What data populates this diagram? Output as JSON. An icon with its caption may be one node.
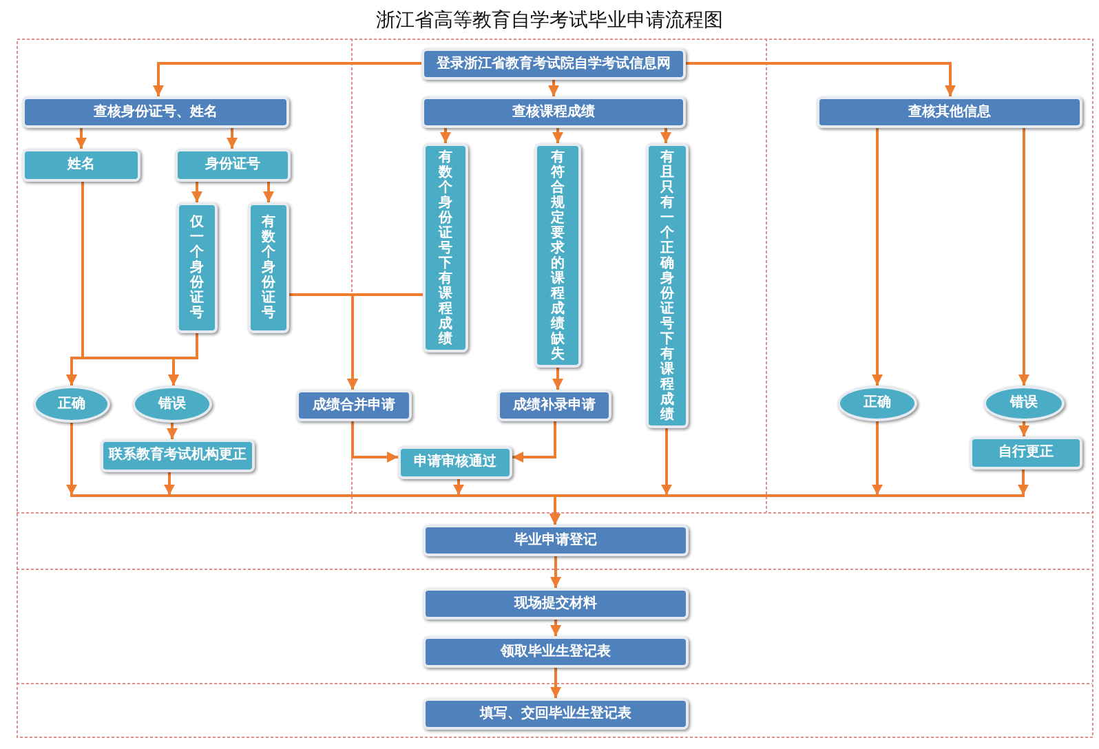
{
  "diagram": {
    "title": "浙江省高等教育自学考试毕业申请流程图",
    "nodes": [
      {
        "text": [
          "登录浙江省教育考试院自学考试信息网"
        ]
      },
      {
        "text": [
          "查核身份证号、姓名"
        ]
      },
      {
        "text": [
          "查核课程成绩"
        ]
      },
      {
        "text": [
          "查核其他信息"
        ]
      },
      {
        "text": [
          "姓名"
        ]
      },
      {
        "text": [
          "身份证号"
        ]
      },
      {
        "text": [
          "仅一个身份证号"
        ]
      },
      {
        "text": [
          "有数个身份证号"
        ]
      },
      {
        "text": [
          "有数个身份证号下有课程成绩"
        ]
      },
      {
        "text": [
          "有符合规定要求的课程成绩缺失"
        ]
      },
      {
        "text": [
          "有且只有一个正确身份证号下有课程成绩"
        ]
      },
      {
        "text": [
          "正确"
        ]
      },
      {
        "text": [
          "错误"
        ]
      },
      {
        "text": [
          "联系教育考试机构更正"
        ]
      },
      {
        "text": [
          "成绩合并申请"
        ]
      },
      {
        "text": [
          "成绩补录申请"
        ]
      },
      {
        "text": [
          "申请审核通过"
        ]
      },
      {
        "text": [
          "正确"
        ]
      },
      {
        "text": [
          "错误"
        ]
      },
      {
        "text": [
          "自行更正"
        ]
      },
      {
        "text": [
          "毕业申请登记"
        ]
      },
      {
        "text": [
          "现场提交材料"
        ]
      },
      {
        "text": [
          "领取毕业生登记表"
        ]
      },
      {
        "text": [
          "填写、交回毕业生登记表"
        ]
      }
    ],
    "edges": [
      {
        "from": 0,
        "to": 1,
        "arrow": "to"
      },
      {
        "from": 0,
        "to": 2,
        "arrow": "to"
      },
      {
        "from": 0,
        "to": 3,
        "arrow": "to"
      },
      {
        "from": 1,
        "to": 4,
        "arrow": "to"
      },
      {
        "from": 1,
        "to": 5,
        "arrow": "to"
      },
      {
        "from": 5,
        "to": 6,
        "arrow": "to"
      },
      {
        "from": 5,
        "to": 7,
        "arrow": "to"
      },
      {
        "from": 4,
        "to": 11,
        "arrow": "to"
      },
      {
        "from": 4,
        "to": 12,
        "arrow": "to"
      },
      {
        "from": 6,
        "to": 11,
        "arrow": "to"
      },
      {
        "from": 6,
        "to": 12,
        "arrow": "to"
      },
      {
        "from": 12,
        "to": 13,
        "arrow": "to"
      },
      {
        "from": 7,
        "to": 14,
        "arrow": "to"
      },
      {
        "from": 8,
        "to": 14,
        "arrow": "to"
      },
      {
        "from": 2,
        "to": 8,
        "arrow": "to"
      },
      {
        "from": 2,
        "to": 9,
        "arrow": "to"
      },
      {
        "from": 2,
        "to": 10,
        "arrow": "to"
      },
      {
        "from": 9,
        "to": 15,
        "arrow": "to"
      },
      {
        "from": 14,
        "to": 16,
        "arrow": "to"
      },
      {
        "from": 15,
        "to": 16,
        "arrow": "to"
      },
      {
        "from": 3,
        "to": 17,
        "arrow": "to"
      },
      {
        "from": 3,
        "to": 18,
        "arrow": "to"
      },
      {
        "from": 18,
        "to": 19,
        "arrow": "to"
      },
      {
        "from": 11,
        "to": 20,
        "arrow": "to"
      },
      {
        "from": 13,
        "to": 20,
        "arrow": "to"
      },
      {
        "from": 16,
        "to": 20,
        "arrow": "to"
      },
      {
        "from": 10,
        "to": 20,
        "arrow": "to"
      },
      {
        "from": 17,
        "to": 20,
        "arrow": "to"
      },
      {
        "from": 19,
        "to": 20,
        "arrow": "to"
      },
      {
        "from": 20,
        "to": 21,
        "arrow": "to"
      },
      {
        "from": 21,
        "to": 22,
        "arrow": "to"
      },
      {
        "from": 22,
        "to": 23,
        "arrow": "to"
      }
    ]
  }
}
